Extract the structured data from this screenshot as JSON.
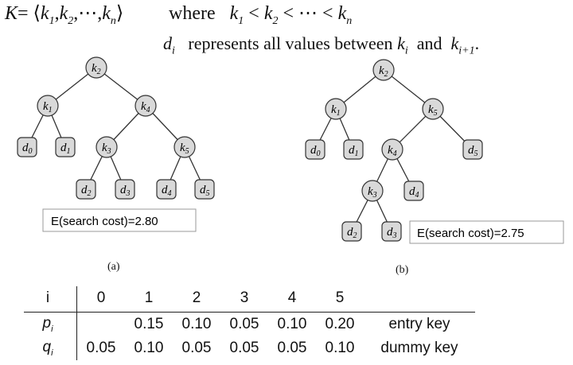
{
  "formula": {
    "line1_left_K": "K",
    "line1_left_eq": "= ⟨",
    "line1_keys": [
      "k",
      "1",
      "k",
      "2",
      "⋯",
      "k",
      "n"
    ],
    "line1_close": "⟩",
    "line1_where": "where",
    "line1_order": "k",
    "line1_order_sub1": "1",
    "line1_order_sub2": "2",
    "line1_order_subn": "n",
    "line1_order_lt": "<",
    "line1_order_dots": "⋯",
    "line2_d": "d",
    "line2_d_sub": "i",
    "line2_text": "represents all values between",
    "line2_k": "k",
    "line2_k_sub": "i",
    "line2_and": "and",
    "line2_k2": "k",
    "line2_k2_sub": "i+1",
    "line2_period": "."
  },
  "tree_a": {
    "nodes": [
      {
        "id": "k2",
        "letter": "k",
        "sub": "2",
        "kind": "key"
      },
      {
        "id": "k1",
        "letter": "k",
        "sub": "1",
        "kind": "key"
      },
      {
        "id": "k4",
        "letter": "k",
        "sub": "4",
        "kind": "key"
      },
      {
        "id": "d0",
        "letter": "d",
        "sub": "0",
        "kind": "dummy"
      },
      {
        "id": "d1",
        "letter": "d",
        "sub": "1",
        "kind": "dummy"
      },
      {
        "id": "k3",
        "letter": "k",
        "sub": "3",
        "kind": "key"
      },
      {
        "id": "k5",
        "letter": "k",
        "sub": "5",
        "kind": "key"
      },
      {
        "id": "d2",
        "letter": "d",
        "sub": "2",
        "kind": "dummy"
      },
      {
        "id": "d3",
        "letter": "d",
        "sub": "3",
        "kind": "dummy"
      },
      {
        "id": "d4",
        "letter": "d",
        "sub": "4",
        "kind": "dummy"
      },
      {
        "id": "d5",
        "letter": "d",
        "sub": "5",
        "kind": "dummy"
      }
    ],
    "cost_label": "E(search cost)=2.80",
    "caption": "(a)"
  },
  "tree_b": {
    "nodes": [
      {
        "id": "k2",
        "letter": "k",
        "sub": "2",
        "kind": "key"
      },
      {
        "id": "k1",
        "letter": "k",
        "sub": "1",
        "kind": "key"
      },
      {
        "id": "k5",
        "letter": "k",
        "sub": "5",
        "kind": "key"
      },
      {
        "id": "d0",
        "letter": "d",
        "sub": "0",
        "kind": "dummy"
      },
      {
        "id": "d1",
        "letter": "d",
        "sub": "1",
        "kind": "dummy"
      },
      {
        "id": "k4",
        "letter": "k",
        "sub": "4",
        "kind": "key"
      },
      {
        "id": "d5",
        "letter": "d",
        "sub": "5",
        "kind": "dummy"
      },
      {
        "id": "k3",
        "letter": "k",
        "sub": "3",
        "kind": "key"
      },
      {
        "id": "d4",
        "letter": "d",
        "sub": "4",
        "kind": "dummy"
      },
      {
        "id": "d2",
        "letter": "d",
        "sub": "2",
        "kind": "dummy"
      },
      {
        "id": "d3",
        "letter": "d",
        "sub": "3",
        "kind": "dummy"
      }
    ],
    "cost_label": "E(search cost)=2.75",
    "caption": "(b)"
  },
  "table": {
    "header_label": "i",
    "header": [
      "0",
      "1",
      "2",
      "3",
      "4",
      "5"
    ],
    "p_letter": "p",
    "p_sub": "i",
    "p_values": [
      "",
      "0.15",
      "0.10",
      "0.05",
      "0.10",
      "0.20"
    ],
    "p_tail": "entry key",
    "q_letter": "q",
    "q_sub": "i",
    "q_values": [
      "0.05",
      "0.10",
      "0.05",
      "0.05",
      "0.05",
      "0.10"
    ],
    "q_tail": "dummy key"
  },
  "colors": {
    "node_fill": "#d9d9d9",
    "node_stroke": "#333333",
    "edge": "#333333",
    "cost_box_stroke": "#999999"
  }
}
